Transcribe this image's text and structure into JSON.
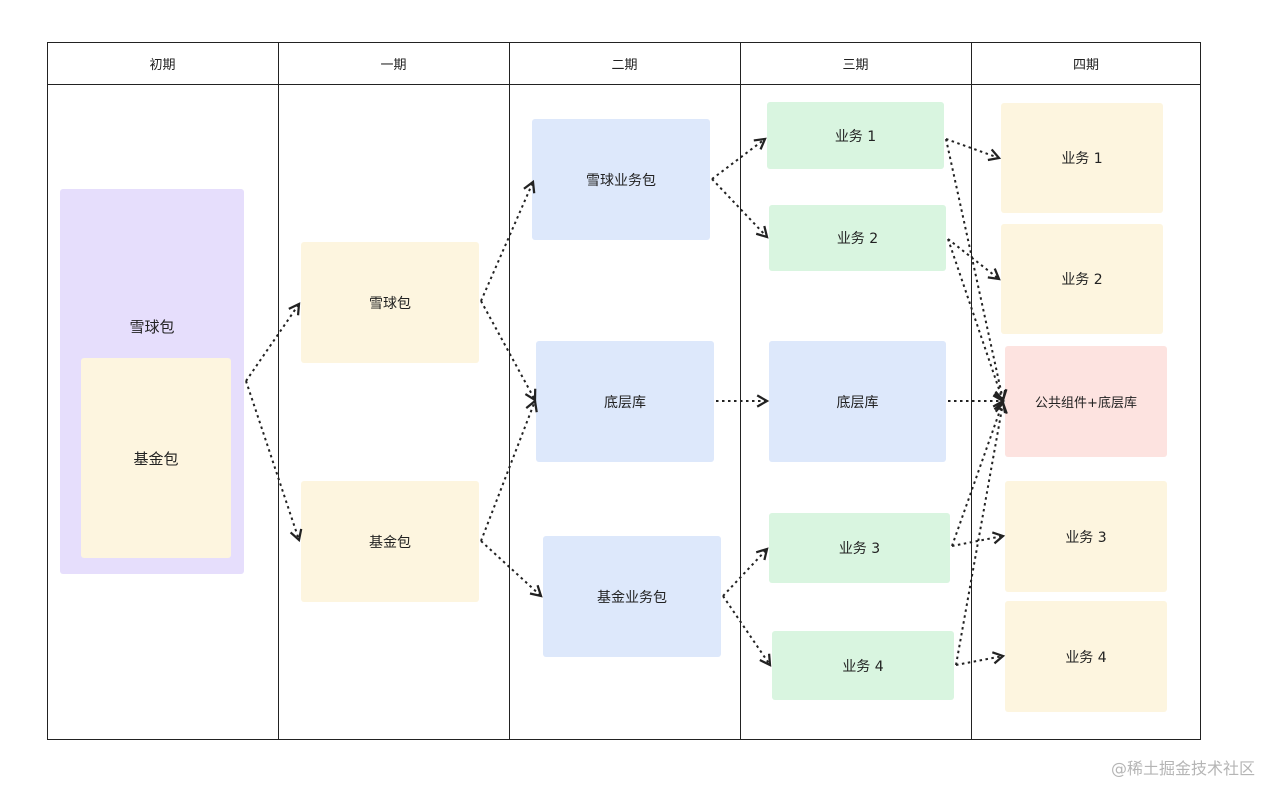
{
  "columns": [
    "初期",
    "一期",
    "二期",
    "三期",
    "四期"
  ],
  "stage0": {
    "outer": "雪球包",
    "inner": "基金包"
  },
  "stage1": {
    "snowball": "雪球包",
    "fund": "基金包"
  },
  "stage2": {
    "snowball_biz": "雪球业务包",
    "base_lib": "底层库",
    "fund_biz": "基金业务包"
  },
  "stage3": {
    "biz1": "业务 1",
    "biz2": "业务  2",
    "base_lib": "底层库",
    "biz3": "业务 3",
    "biz4": "业务 4"
  },
  "stage4": {
    "biz1": "业务 1",
    "biz2": "业务  2",
    "common": "公共组件+底层库",
    "biz3": "业务 3",
    "biz4": "业务 4"
  },
  "watermark": "@稀土掘金技术社区",
  "colors": {
    "purple": "#e6defc",
    "yellow": "#fdf5df",
    "blue": "#dde8fb",
    "green": "#d9f5e0",
    "pink": "#fde3e0"
  }
}
